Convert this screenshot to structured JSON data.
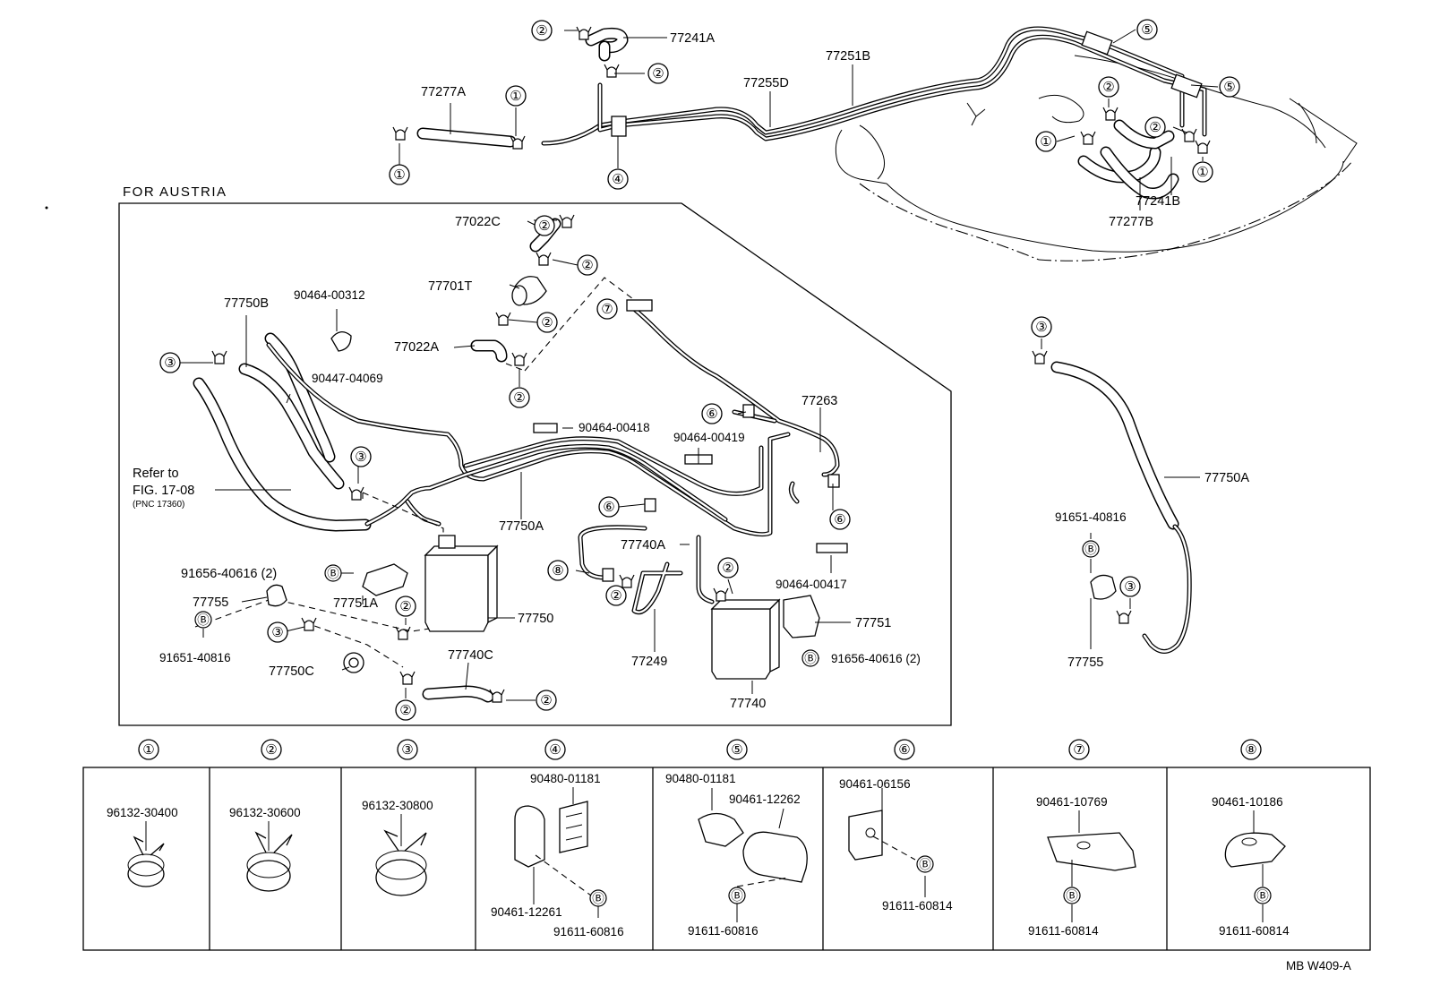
{
  "header_labels": {
    "austria": "FOR AUSTRIA",
    "refer_1": "Refer to",
    "refer_2": "FIG. 17-08",
    "refer_3": "(PNC 17360)",
    "figure_code": "MB W409-A"
  },
  "part_labels": {
    "p77241A": "77241A",
    "p77277A": "77277A",
    "p77255D": "77255D",
    "p77251B": "77251B",
    "p77241B": "77241B",
    "p77277B": "77277B",
    "p77022C": "77022C",
    "p77701T": "77701T",
    "p77022A": "77022A",
    "p77750B": "77750B",
    "p90464_00312": "90464-00312",
    "p90447_04069": "90447-04069",
    "p90464_00418": "90464-00418",
    "p77263": "77263",
    "p90464_00419": "90464-00419",
    "p77750A_inner": "77750A",
    "p77740A": "77740A",
    "p90464_00417": "90464-00417",
    "p91656_40616_left": "91656-40616 (2)",
    "p77751A": "77751A",
    "p77755_left": "77755",
    "p77750": "77750",
    "p91651_40816_left": "91651-40816",
    "p77750C": "77750C",
    "p77740C": "77740C",
    "p77249": "77249",
    "p77751": "77751",
    "p91656_40616_right": "91656-40616 (2)",
    "p77740": "77740",
    "p77750A_right": "77750A",
    "p91651_40816_right": "91651-40816",
    "p77755_right": "77755"
  },
  "callouts": {
    "c1": "①",
    "c2": "②",
    "c3": "③",
    "c4": "④",
    "c5": "⑤",
    "c6": "⑥",
    "c7": "⑦",
    "c8": "⑧",
    "bolt": "Ⓑ"
  },
  "clamp_table": {
    "cells": [
      {
        "callout": "①",
        "parts": [
          "96132-30400"
        ]
      },
      {
        "callout": "②",
        "parts": [
          "96132-30600"
        ]
      },
      {
        "callout": "③",
        "parts": [
          "96132-30800"
        ]
      },
      {
        "callout": "④",
        "parts": [
          "90480-01181",
          "90461-12261",
          "91611-60816"
        ]
      },
      {
        "callout": "⑤",
        "parts": [
          "90480-01181",
          "90461-12262",
          "91611-60816"
        ]
      },
      {
        "callout": "⑥",
        "parts": [
          "90461-06156",
          "91611-60814"
        ]
      },
      {
        "callout": "⑦",
        "parts": [
          "90461-10769",
          "91611-60814"
        ]
      },
      {
        "callout": "⑧",
        "parts": [
          "90461-10186",
          "91611-60814"
        ]
      }
    ]
  }
}
